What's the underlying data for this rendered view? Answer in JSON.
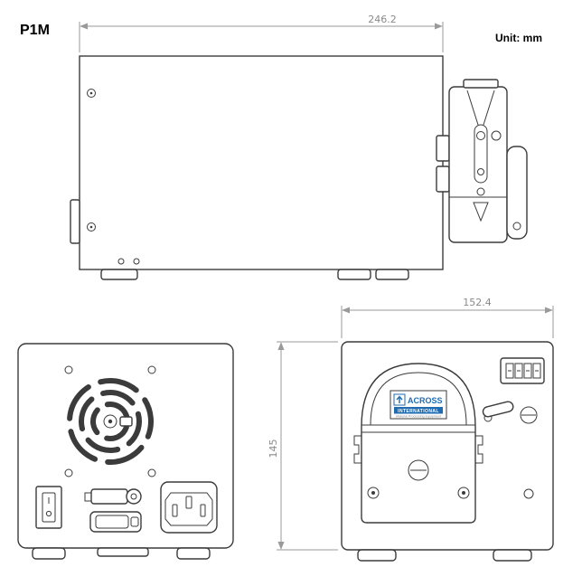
{
  "title": "P1M",
  "unit_label": "Unit: mm",
  "dimensions": {
    "top_width_mm": "246.2",
    "front_width_mm": "152.4",
    "front_height_mm": "145"
  },
  "logo": {
    "brand": "ACROSS",
    "brand_line2": "INTERNATIONAL",
    "tagline": "Material Processing Equipment"
  },
  "colors": {
    "line": "#3b3b3b",
    "dimension": "#9a9a9a",
    "logo_blue": "#1f6cb0"
  }
}
